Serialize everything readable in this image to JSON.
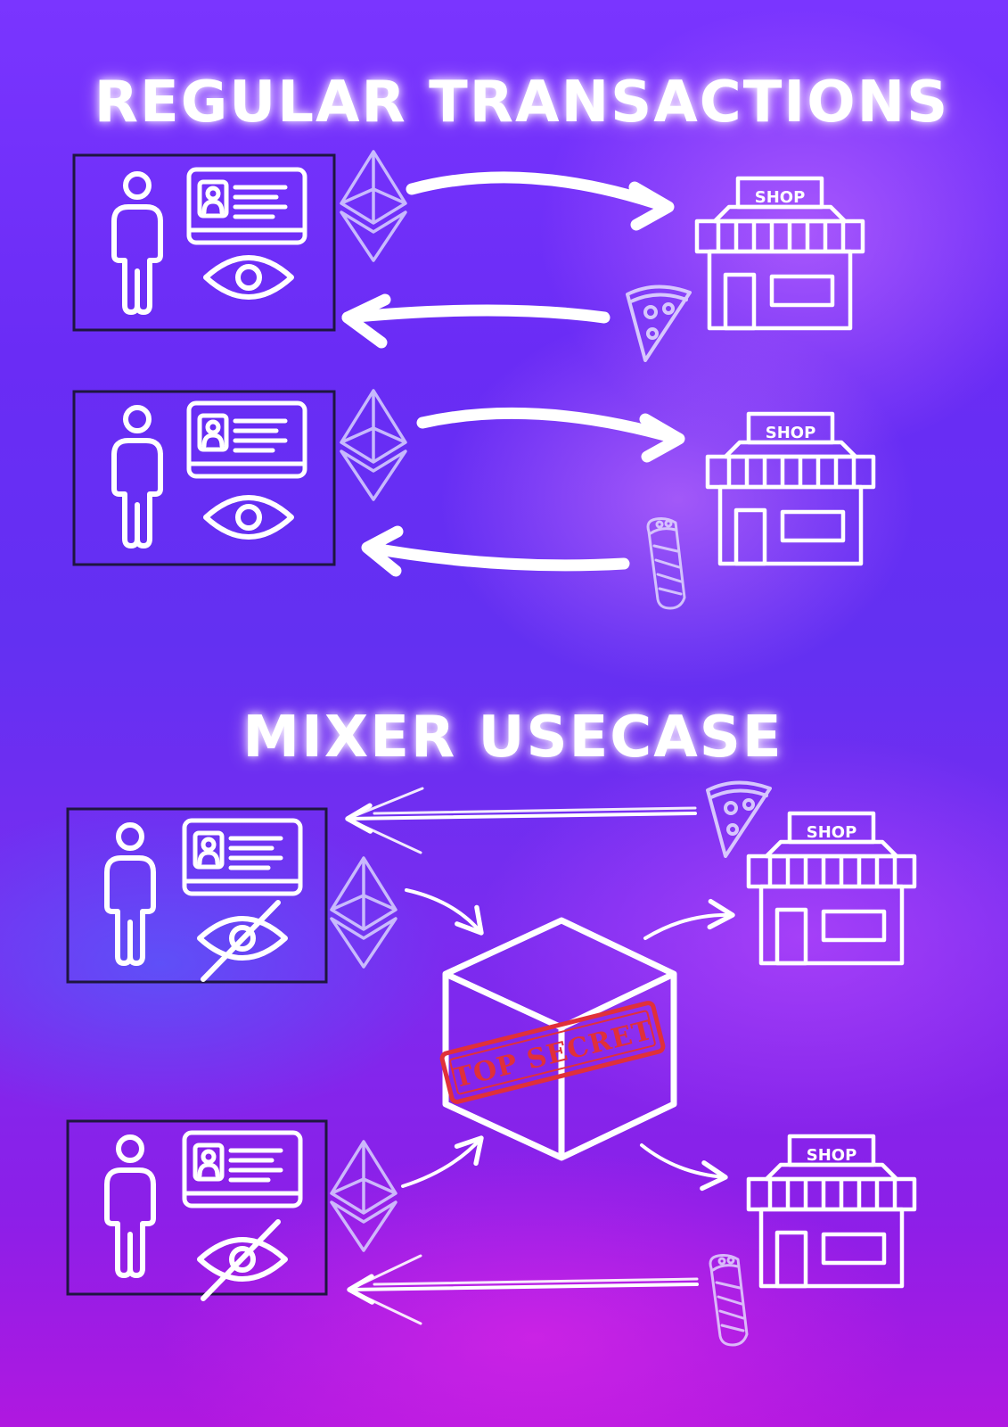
{
  "sections": {
    "regular": {
      "title": "REGULAR TRANSACTIONS"
    },
    "mixer": {
      "title": "MIXER USECASE"
    }
  },
  "shop_label": "SHOP",
  "stamp_text": "TOP SECRET",
  "icons": {
    "user": "person-icon",
    "id_card": "id-card-icon",
    "visible": "eye-icon",
    "hidden": "eye-slash-icon",
    "crypto": "ethereum-icon",
    "store": "shop-icon",
    "food_1": "pizza-icon",
    "food_2": "burrito-icon",
    "mixer": "box-icon"
  },
  "colors": {
    "line": "#ffffff",
    "frame": "#1e1640",
    "stamp": "#e0303a"
  }
}
